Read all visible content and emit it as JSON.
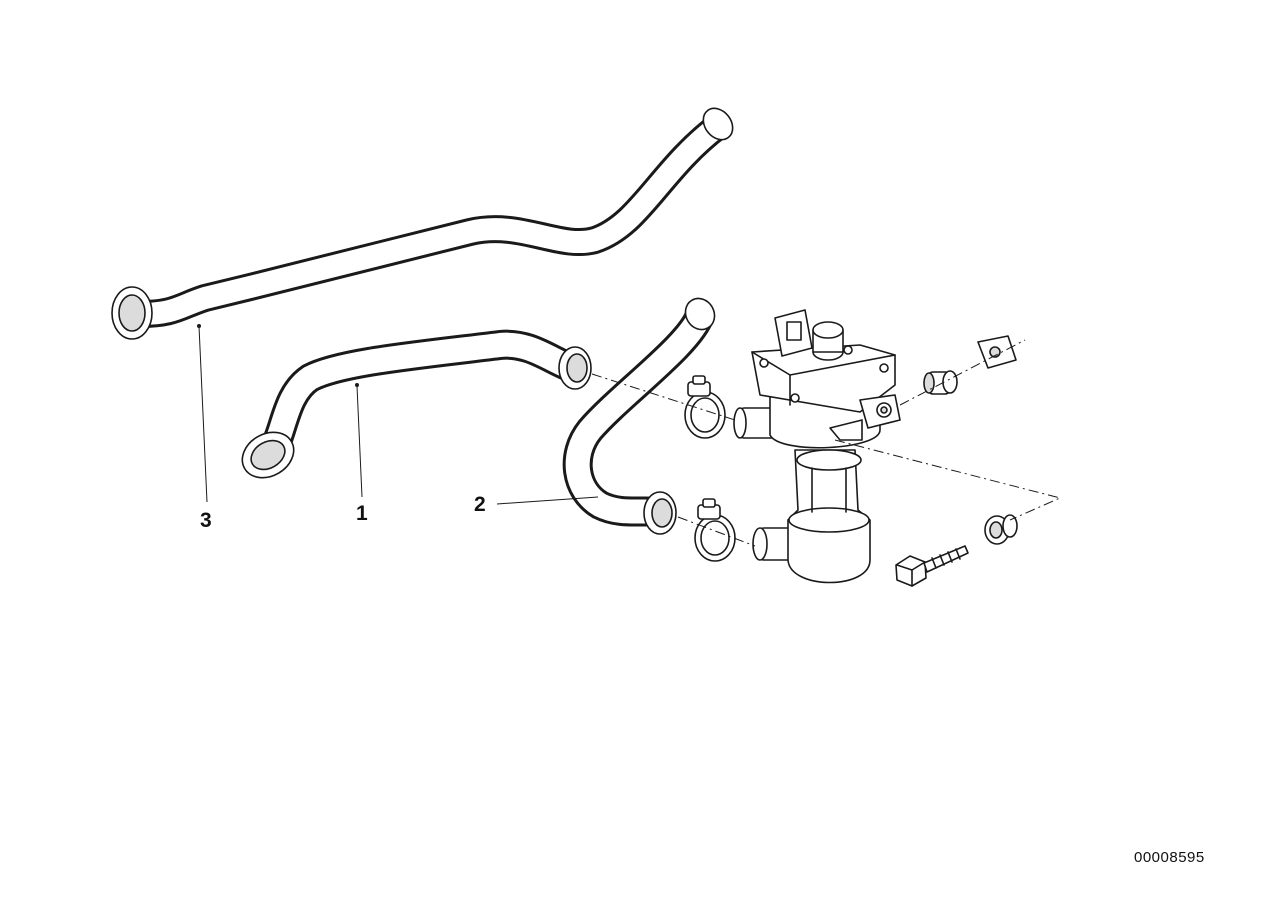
{
  "callouts": {
    "part_1": "1",
    "part_2": "2",
    "part_3": "3"
  },
  "diagram_number": "00008595"
}
